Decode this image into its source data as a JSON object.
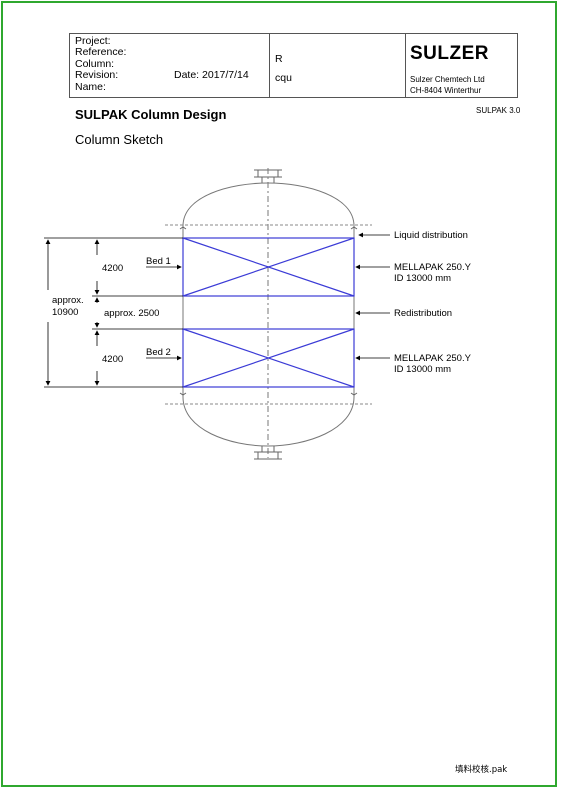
{
  "header": {
    "fields": {
      "project": "Project:",
      "reference": "Reference:",
      "column": "Column:",
      "revision": "Revision:",
      "name": "Name:",
      "date": "Date: 2017/7/14"
    },
    "middle": {
      "line1": "R",
      "line2": "cqu"
    },
    "company": {
      "logo": "SULZER",
      "line1": "Sulzer Chemtech Ltd",
      "line2": "CH-8404 Winterthur"
    }
  },
  "document": {
    "title": "SULPAK Column Design",
    "version": "SULPAK 3.0",
    "subtitle": "Column Sketch",
    "footer_file": "填料校核.pak"
  },
  "sketch": {
    "labels": {
      "liquid_distribution": "Liquid distribution",
      "redistribution": "Redistribution",
      "bed1": "Bed 1",
      "bed2": "Bed 2",
      "bed1_height": "4200",
      "bed2_height": "4200",
      "gap": "approx. 2500",
      "total_line1": "approx.",
      "total_line2": "10900",
      "packing1_line1": "MELLAPAK 250.Y",
      "packing1_line2": "ID 13000 mm",
      "packing2_line1": "MELLAPAK 250.Y",
      "packing2_line2": "ID 13000 mm"
    },
    "colors": {
      "packing": "#3b3bd6",
      "outline": "#666666",
      "frame": "#2fa82f"
    }
  }
}
